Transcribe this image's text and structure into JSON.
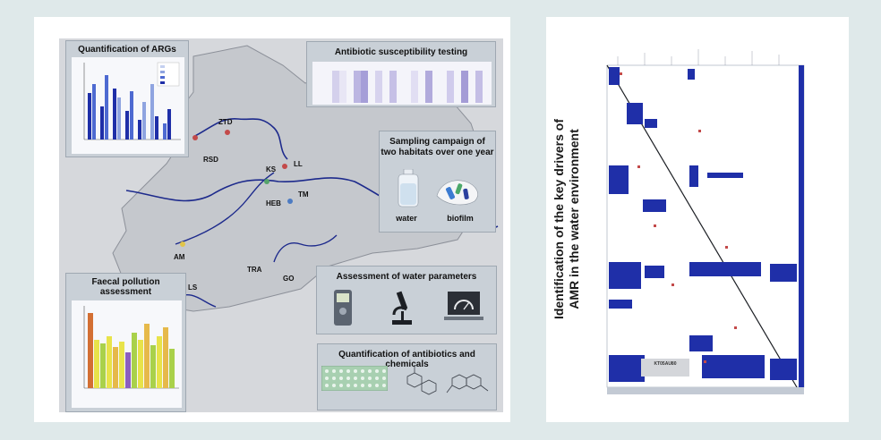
{
  "panels": {
    "arg_quantification": {
      "title": "Quantification of ARGs"
    },
    "susceptibility": {
      "title": "Antibiotic susceptibility testing"
    },
    "sampling": {
      "title_line1": "Sampling campaign of",
      "title_line2": "two habitats over one year",
      "water_label": "water",
      "biofilm_label": "biofilm"
    },
    "faecal": {
      "title_line1": "Faecal pollution",
      "title_line2": "assessment"
    },
    "water_params": {
      "title": "Assessment of water parameters"
    },
    "chemicals": {
      "title": "Quantification of antibiotics and chemicals"
    }
  },
  "sites": [
    "ZTD",
    "RSD",
    "KS",
    "LL",
    "HEB",
    "TM",
    "AM",
    "TRA",
    "GO",
    "LS"
  ],
  "network": {
    "title_line1": "Identification of the key drivers of",
    "title_line2": "AMR in the water environment",
    "inner_label": "KT05AU80"
  },
  "colors": {
    "background": "#dfe9ea",
    "map_fill": "#d6d8dc",
    "river": "#1d2a8c",
    "box": "#c9d0d7",
    "matrix_blue": "#1f2fa8"
  }
}
